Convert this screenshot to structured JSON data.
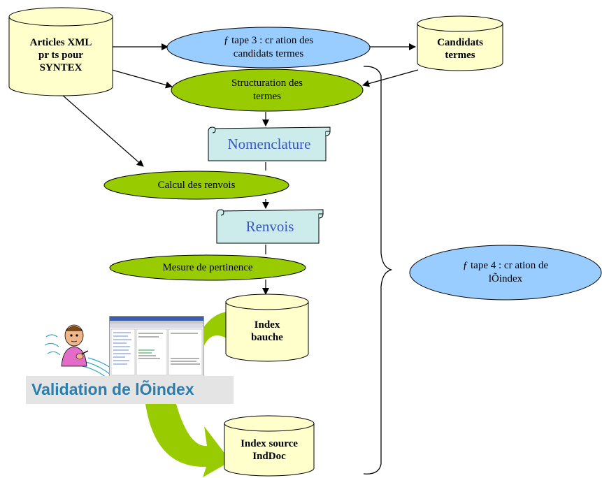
{
  "nodes": {
    "articles_xml": [
      "Articles XML",
      "pr  ts pour",
      "SYNTEX"
    ],
    "etape3": [
      "ƒ tape 3 : cr  ation des",
      "candidats termes"
    ],
    "candidats": [
      "Candidats",
      "termes"
    ],
    "structuration": [
      "Structuration des",
      "termes"
    ],
    "nomenclature": "Nomenclature",
    "calcul": "Calcul des renvois",
    "renvois": "Renvois",
    "mesure": "Mesure de pertinence",
    "index_ebauche": [
      "Index",
      "bauche"
    ],
    "etape4": [
      "ƒ tape 4 : cr  ation de",
      "lÕindex"
    ],
    "validation": "Validation de lÕindex",
    "index_source": [
      "Index source",
      "IndDoc"
    ]
  },
  "colors": {
    "cylinder_fill": "#ffffcc",
    "blue_ellipse": "#99ccff",
    "green_ellipse": "#99cc00",
    "scroll_fill": "#ccecec",
    "scroll_text": "#3a55c8",
    "big_arrow": "#99cc00",
    "validation_bg": "#e4e4e4",
    "validation_text": "#2a7fb0"
  },
  "icons": [
    "person-with-pen-icon",
    "application-screenshot-icon"
  ]
}
